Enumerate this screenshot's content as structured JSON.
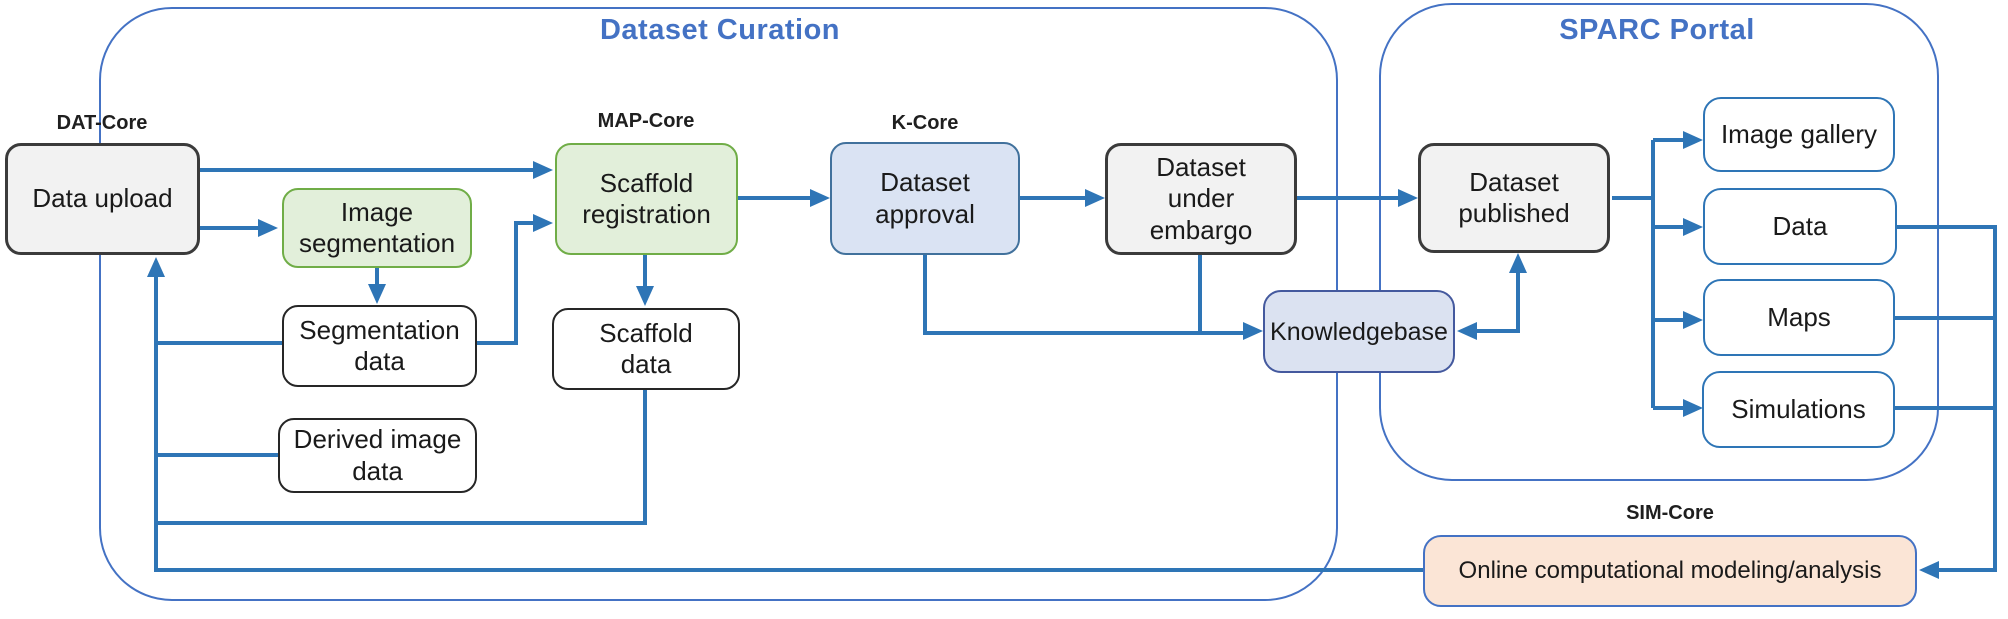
{
  "containers": {
    "dataset_curation": {
      "title": "Dataset Curation"
    },
    "sparc_portal": {
      "title": "SPARC Portal"
    }
  },
  "core_labels": {
    "dat_core": "DAT-Core",
    "map_core": "MAP-Core",
    "k_core": "K-Core",
    "sim_core": "SIM-Core"
  },
  "nodes": {
    "data_upload": {
      "label": "Data upload"
    },
    "image_segmentation": {
      "label": "Image\nsegmentation"
    },
    "segmentation_data": {
      "label": "Segmentation\ndata"
    },
    "derived_image_data": {
      "label": "Derived image\ndata"
    },
    "scaffold_registration": {
      "label": "Scaffold\nregistration"
    },
    "scaffold_data": {
      "label": "Scaffold\ndata"
    },
    "dataset_approval": {
      "label": "Dataset\napproval"
    },
    "dataset_under_embargo": {
      "label": "Dataset\nunder embargo"
    },
    "knowledgebase": {
      "label": "Knowledgebase"
    },
    "dataset_published": {
      "label": "Dataset\npublished"
    },
    "image_gallery": {
      "label": "Image gallery"
    },
    "data": {
      "label": "Data"
    },
    "maps": {
      "label": "Maps"
    },
    "simulations": {
      "label": "Simulations"
    },
    "online_modeling": {
      "label": "Online computational modeling/analysis"
    }
  },
  "colors": {
    "connector_blue": "#2e75b6",
    "container_border": "#4472c4",
    "section_title_blue": "#4472c4",
    "green_fill": "#e2efda",
    "green_border": "#70ad47",
    "gray_fill": "#f2f2f2",
    "gray_border": "#3b3b3b",
    "white_fill": "#ffffff",
    "dark_border": "#262626",
    "approval_fill": "#dae3f3",
    "approval_border": "#41719c",
    "knowledgebase_fill": "#dbe2f1",
    "knowledgebase_border": "#44599e",
    "portal_item_border": "#2e75b6",
    "peach_fill": "#fbe5d6",
    "peach_border": "#4472c4",
    "label_text": "#1a1a1a"
  }
}
